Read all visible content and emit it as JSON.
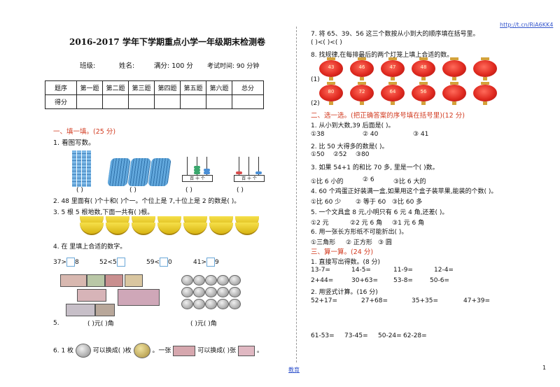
{
  "header": {
    "link": "http://t.cn/RiA6KK4"
  },
  "title": "2016-2017 学年下学期重点小学一年级期末检测卷",
  "info": {
    "class_label": "班级:",
    "name_label": "姓名:",
    "full_score": "满分: 100 分",
    "time": "考试时间: 90 分钟"
  },
  "score_table": {
    "row1": [
      "题序",
      "第一题",
      "第二题",
      "第三题",
      "第四题",
      "第五题",
      "第六题",
      "总分"
    ],
    "row2_label": "得分"
  },
  "left": {
    "sec1": "一、填一填。(25 分)",
    "q1": "1. 看图写数。",
    "q1_paren": "(        )",
    "abacus_label": "百  十  个",
    "q2": "2.  48 里面有(      )个十和(      )个一。个位上是 7,十位上是 2 的数是(      )。",
    "q3": "3.  5 根 5 根地数,下面一共有(      )根。",
    "q4": "4. 在    里填上合适的数字。",
    "q4_items": [
      "37>",
      "8",
      "52<5",
      "59<",
      "0",
      "41>",
      "9"
    ],
    "q5_label": "5.",
    "q5_a": "(      )元(      )角",
    "q5_b": "(      )元(      )角",
    "q6": [
      "6.  1 枚",
      "可以换成(      )枚",
      "。一张",
      "可以换成(      )张",
      "。"
    ]
  },
  "right": {
    "q7": "7. 将 65、39、56 这三个数按从小到大的顺序填在括号里。",
    "q7_paren": "(     )<(     )<(     )",
    "q8": "8. 找规律,在每排最后的两个灯笼上填上合适的数。",
    "row1_label": "(1)",
    "row1": [
      "43",
      "46",
      "47",
      "48",
      "",
      ""
    ],
    "row2_label": "(2)",
    "row2": [
      "80",
      "72",
      "64",
      "56",
      "",
      ""
    ],
    "sec2": "二、选一选。(把正确答案的序号填在括号里)(12 分)",
    "c1": "1. 从小到大数,39 后面是(      )。",
    "c1_opts": [
      "①38",
      "② 40",
      "③ 41"
    ],
    "c2": "2. 比 50 大得多的数是(      )。",
    "c2_opts": [
      "①50",
      "②52",
      "③80"
    ],
    "c3": "3. 如果 54+1    的和比 70 多,    里是一个(      )数。",
    "c3_opts": [
      "①比 6 小的",
      "② 6",
      "③比 6 大的"
    ],
    "c4": "4. 60 个鸡蛋正好装满一盒,如果用这个盒子装苹果,能装的个数(      )。",
    "c4_opts": [
      "①比 60 少",
      "② 等于 60",
      "③比 60 多"
    ],
    "c5": "5. 一个文具盒 8 元,小明只有 6 元 4 角,还差(      )。",
    "c5_opts": [
      "①2 元",
      "②2 元 6 角",
      "③1 元 6 角"
    ],
    "c6": "6. 用一张长方形纸不可能折出(      )。",
    "c6_opts": [
      "①三角形",
      "② 正方形",
      "③ 圆"
    ],
    "sec3": "三、算一算。(24 分)",
    "s1": "1. 直接写出得数。(8 分)",
    "s1_row1": [
      "13-7=",
      "14-5=",
      "11-9=",
      "12-4="
    ],
    "s1_row2": [
      "2+44=",
      "30+63=",
      "53-8=",
      "50-6="
    ],
    "s2": "2. 用竖式计算。(16 分)",
    "s2_row1": [
      "52+17=",
      "27+68=",
      "35+35=",
      "47+39="
    ],
    "s2_row2": [
      "61-53=",
      "73-45=",
      "50-24=",
      "62-28="
    ]
  },
  "footer": {
    "center": "教育",
    "page": "1"
  }
}
